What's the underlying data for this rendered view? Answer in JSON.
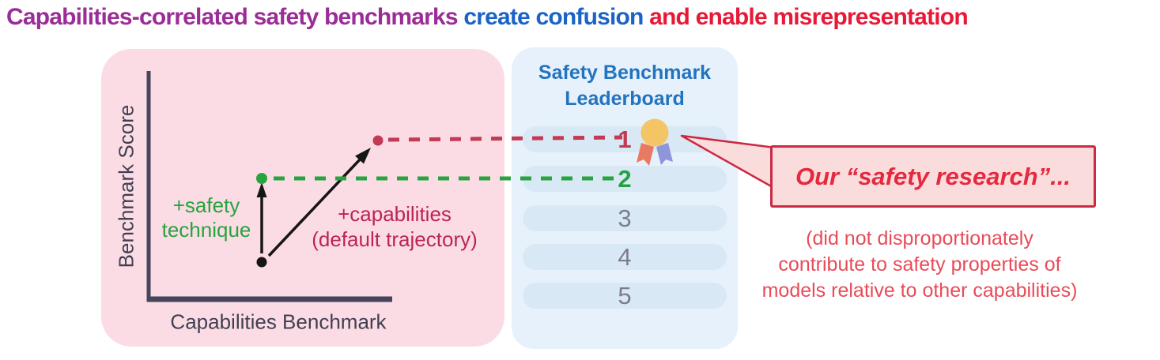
{
  "title": {
    "segment_benchmarks": "Capabilities-correlated safety benchmarks",
    "segment_confusion": " create confusion",
    "segment_misrepresentation": " and enable misrepresentation"
  },
  "chart_panel": {
    "y_axis_label": "Benchmark Score",
    "x_axis_label": "Capabilities Benchmark",
    "safety_arrow_label": [
      "+safety",
      "technique"
    ],
    "capabilities_arrow_label": [
      "+capabilities",
      "(default trajectory)"
    ]
  },
  "leaderboard": {
    "title_lines": [
      "Safety Benchmark",
      "Leaderboard"
    ],
    "rows": [
      {
        "rank": "1",
        "highlight": "crimson",
        "has_medal": true
      },
      {
        "rank": "2",
        "highlight": "green",
        "has_medal": false
      },
      {
        "rank": "3",
        "highlight": "none",
        "has_medal": false
      },
      {
        "rank": "4",
        "highlight": "none",
        "has_medal": false
      },
      {
        "rank": "5",
        "highlight": "none",
        "has_medal": false
      }
    ]
  },
  "callout": {
    "bubble_text": "Our “safety research”...",
    "caption_lines": [
      "(did not disproportionately",
      "contribute to safety properties of",
      "models relative to other capabilities)"
    ]
  },
  "colors": {
    "title_purple": "#9a2d96",
    "title_blue": "#1b63c9",
    "title_red": "#e81937",
    "chart_panel_bg": "#fcdce4",
    "leaderboard_panel_bg": "#e6f1fb",
    "leaderboard_row_bg": "#d9e8f5",
    "leaderboard_title_blue": "#2373be",
    "safety_green": "#27a33f",
    "capabilities_crimson": "#c33a55",
    "capabilities_label_red": "#bb2456",
    "axis_dark": "#45455b",
    "medal_gold": "#f4c564",
    "ribbon_left": "#e87a62",
    "ribbon_right": "#8e95d8",
    "bubble_fill": "#fbdcdc",
    "bubble_border": "#cb2a42",
    "bubble_text_red": "#e5293f",
    "caption_red": "#e84b59"
  }
}
